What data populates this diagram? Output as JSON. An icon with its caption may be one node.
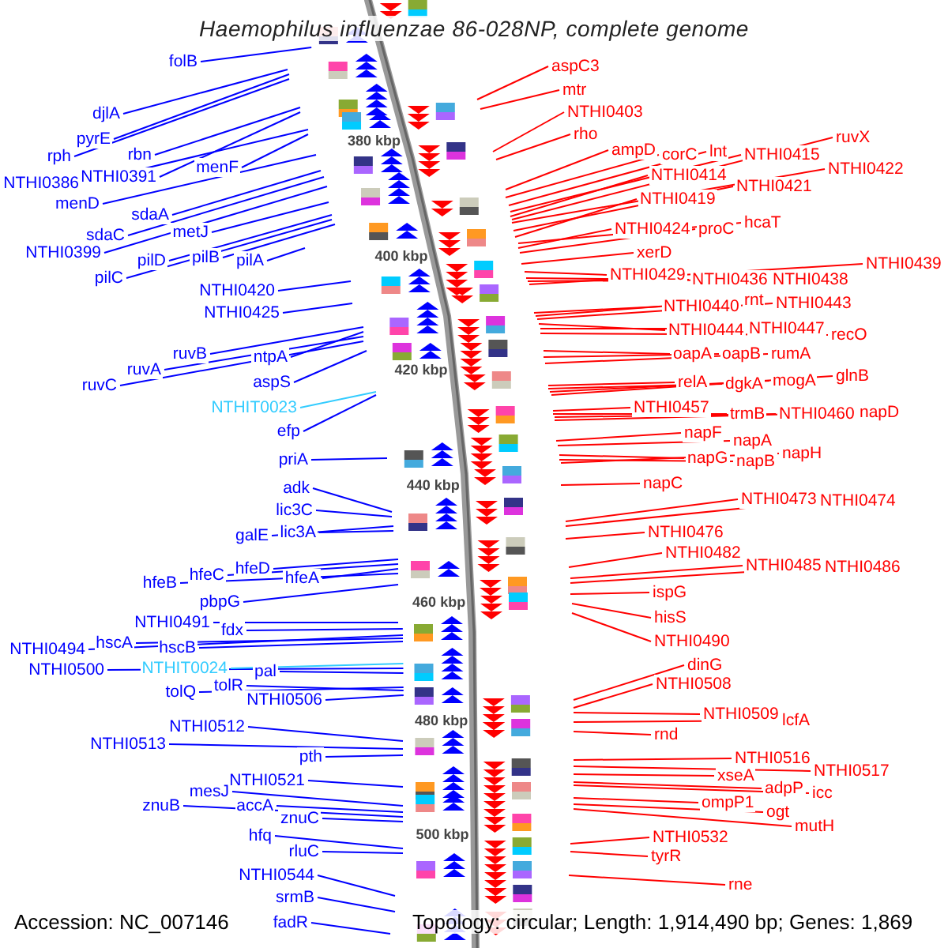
{
  "diagram": {
    "title": "Haemophilus influenzae 86-028NP, complete genome",
    "nodes": [
      {
        "text": [
          "folB"
        ]
      },
      {
        "text": [
          "djlA"
        ]
      },
      {
        "text": [
          "pyrE"
        ]
      },
      {
        "text": [
          "rph"
        ]
      },
      {
        "text": [
          "rbn"
        ]
      },
      {
        "text": [
          "NTHI0391"
        ]
      },
      {
        "text": [
          "NTHI0386"
        ]
      },
      {
        "text": [
          "menF"
        ]
      },
      {
        "text": [
          "menD"
        ]
      },
      {
        "text": [
          "sdaA"
        ]
      },
      {
        "text": [
          "sdaC"
        ]
      },
      {
        "text": [
          "NTHI0399"
        ]
      },
      {
        "text": [
          "metJ"
        ]
      },
      {
        "text": [
          "pilD"
        ]
      },
      {
        "text": [
          "pilB"
        ]
      },
      {
        "text": [
          "pilC"
        ]
      },
      {
        "text": [
          "pilA"
        ]
      },
      {
        "text": [
          "NTHI0420"
        ]
      },
      {
        "text": [
          "NTHI0425"
        ]
      },
      {
        "text": [
          "ruvB"
        ]
      },
      {
        "text": [
          "ntpA"
        ]
      },
      {
        "text": [
          "ruvA"
        ]
      },
      {
        "text": [
          "ruvC"
        ]
      },
      {
        "text": [
          "aspS"
        ]
      },
      {
        "text": [
          "NTHIT0023"
        ]
      },
      {
        "text": [
          "efp"
        ]
      },
      {
        "text": [
          "priA"
        ]
      },
      {
        "text": [
          "adk"
        ]
      },
      {
        "text": [
          "lic3C"
        ]
      },
      {
        "text": [
          "galE"
        ]
      },
      {
        "text": [
          "lic3A"
        ]
      },
      {
        "text": [
          "hfeD"
        ]
      },
      {
        "text": [
          "hfeC"
        ]
      },
      {
        "text": [
          "hfeA"
        ]
      },
      {
        "text": [
          "hfeB"
        ]
      },
      {
        "text": [
          "pbpG"
        ]
      },
      {
        "text": [
          "NTHI0491"
        ]
      },
      {
        "text": [
          "fdx"
        ]
      },
      {
        "text": [
          "NTHI0494"
        ]
      },
      {
        "text": [
          "hscA"
        ]
      },
      {
        "text": [
          "hscB"
        ]
      },
      {
        "text": [
          "NTHI0500"
        ]
      },
      {
        "text": [
          "NTHIT0024"
        ]
      },
      {
        "text": [
          "pal"
        ]
      },
      {
        "text": [
          "tolQ"
        ]
      },
      {
        "text": [
          "tolR"
        ]
      },
      {
        "text": [
          "NTHI0506"
        ]
      },
      {
        "text": [
          "NTHI0512"
        ]
      },
      {
        "text": [
          "NTHI0513"
        ]
      },
      {
        "text": [
          "pth"
        ]
      },
      {
        "text": [
          "NTHI0521"
        ]
      },
      {
        "text": [
          "mesJ"
        ]
      },
      {
        "text": [
          "accA"
        ]
      },
      {
        "text": [
          "znuB"
        ]
      },
      {
        "text": [
          "znuC"
        ]
      },
      {
        "text": [
          "hfq"
        ]
      },
      {
        "text": [
          "rluC"
        ]
      },
      {
        "text": [
          "NTHI0544"
        ]
      },
      {
        "text": [
          "srmB"
        ]
      },
      {
        "text": [
          "fadR"
        ]
      },
      {
        "text": [
          "aspC3"
        ]
      },
      {
        "text": [
          "mtr"
        ]
      },
      {
        "text": [
          "NTHI0403"
        ]
      },
      {
        "text": [
          "rho"
        ]
      },
      {
        "text": [
          "ampD"
        ]
      },
      {
        "text": [
          "corC"
        ]
      },
      {
        "text": [
          "lnt"
        ]
      },
      {
        "text": [
          "NTHI0415"
        ]
      },
      {
        "text": [
          "NTHI0414"
        ]
      },
      {
        "text": [
          "ruvX"
        ]
      },
      {
        "text": [
          "NTHI0422"
        ]
      },
      {
        "text": [
          "NTHI0421"
        ]
      },
      {
        "text": [
          "NTHI0419"
        ]
      },
      {
        "text": [
          "hcaT"
        ]
      },
      {
        "text": [
          "NTHI0424"
        ]
      },
      {
        "text": [
          "proC"
        ]
      },
      {
        "text": [
          "xerD"
        ]
      },
      {
        "text": [
          "NTHI0429"
        ]
      },
      {
        "text": [
          "NTHI0436"
        ]
      },
      {
        "text": [
          "NTHI0438"
        ]
      },
      {
        "text": [
          "NTHI0439"
        ]
      },
      {
        "text": [
          "NTHI0440"
        ]
      },
      {
        "text": [
          "rnt"
        ]
      },
      {
        "text": [
          "NTHI0443"
        ]
      },
      {
        "text": [
          "NTHI0444"
        ]
      },
      {
        "text": [
          "NTHI0447"
        ]
      },
      {
        "text": [
          "recO"
        ]
      },
      {
        "text": [
          "oapA"
        ]
      },
      {
        "text": [
          "oapB"
        ]
      },
      {
        "text": [
          "rumA"
        ]
      },
      {
        "text": [
          "relA"
        ]
      },
      {
        "text": [
          "dgkA"
        ]
      },
      {
        "text": [
          "mogA"
        ]
      },
      {
        "text": [
          "glnB"
        ]
      },
      {
        "text": [
          "NTHI0457"
        ]
      },
      {
        "text": [
          "trmB"
        ]
      },
      {
        "text": [
          "NTHI0460"
        ]
      },
      {
        "text": [
          "napD"
        ]
      },
      {
        "text": [
          "napF"
        ]
      },
      {
        "text": [
          "napA"
        ]
      },
      {
        "text": [
          "napG"
        ]
      },
      {
        "text": [
          "napB"
        ]
      },
      {
        "text": [
          "napH"
        ]
      },
      {
        "text": [
          "napC"
        ]
      },
      {
        "text": [
          "NTHI0473"
        ]
      },
      {
        "text": [
          "NTHI0474"
        ]
      },
      {
        "text": [
          "NTHI0476"
        ]
      },
      {
        "text": [
          "NTHI0482"
        ]
      },
      {
        "text": [
          "NTHI0485"
        ]
      },
      {
        "text": [
          "NTHI0486"
        ]
      },
      {
        "text": [
          "ispG"
        ]
      },
      {
        "text": [
          "hisS"
        ]
      },
      {
        "text": [
          "NTHI0490"
        ]
      },
      {
        "text": [
          "dinG"
        ]
      },
      {
        "text": [
          "NTHI0508"
        ]
      },
      {
        "text": [
          "NTHI0509"
        ]
      },
      {
        "text": [
          "lcfA"
        ]
      },
      {
        "text": [
          "rnd"
        ]
      },
      {
        "text": [
          "NTHI0516"
        ]
      },
      {
        "text": [
          "NTHI0517"
        ]
      },
      {
        "text": [
          "xseA"
        ]
      },
      {
        "text": [
          "adpP"
        ]
      },
      {
        "text": [
          "icc"
        ]
      },
      {
        "text": [
          "ompP1"
        ]
      },
      {
        "text": [
          "ogt"
        ]
      },
      {
        "text": [
          "mutH"
        ]
      },
      {
        "text": [
          "NTHI0532"
        ]
      },
      {
        "text": [
          "tyrR"
        ]
      },
      {
        "text": [
          "rne"
        ]
      }
    ],
    "edges": [
      {
        "from": 0,
        "to": null,
        "arrow": "none",
        "color": "#0000ff"
      },
      {
        "from": 1,
        "to": null,
        "arrow": "none",
        "color": "#0000ff"
      },
      {
        "from": 2,
        "to": null,
        "arrow": "none",
        "color": "#0000ff"
      },
      {
        "from": 3,
        "to": null,
        "arrow": "none",
        "color": "#0000ff"
      },
      {
        "from": 4,
        "to": null,
        "arrow": "none",
        "color": "#0000ff"
      },
      {
        "from": 5,
        "to": null,
        "arrow": "none",
        "color": "#0000ff"
      },
      {
        "from": 6,
        "to": null,
        "arrow": "none",
        "color": "#0000ff"
      },
      {
        "from": 7,
        "to": null,
        "arrow": "none",
        "color": "#0000ff"
      },
      {
        "from": 8,
        "to": null,
        "arrow": "none",
        "color": "#0000ff"
      },
      {
        "from": 9,
        "to": null,
        "arrow": "none",
        "color": "#0000ff"
      },
      {
        "from": 10,
        "to": null,
        "arrow": "none",
        "color": "#0000ff"
      },
      {
        "from": 11,
        "to": null,
        "arrow": "none",
        "color": "#0000ff"
      },
      {
        "from": 12,
        "to": null,
        "arrow": "none",
        "color": "#0000ff"
      },
      {
        "from": 13,
        "to": null,
        "arrow": "none",
        "color": "#0000ff"
      },
      {
        "from": 14,
        "to": null,
        "arrow": "none",
        "color": "#0000ff"
      },
      {
        "from": 15,
        "to": null,
        "arrow": "none",
        "color": "#0000ff"
      },
      {
        "from": 16,
        "to": null,
        "arrow": "none",
        "color": "#0000ff"
      },
      {
        "from": 17,
        "to": null,
        "arrow": "none",
        "color": "#0000ff"
      },
      {
        "from": 18,
        "to": null,
        "arrow": "none",
        "color": "#0000ff"
      },
      {
        "from": 19,
        "to": null,
        "arrow": "none",
        "color": "#0000ff"
      },
      {
        "from": 20,
        "to": null,
        "arrow": "none",
        "color": "#0000ff"
      },
      {
        "from": 21,
        "to": null,
        "arrow": "none",
        "color": "#0000ff"
      },
      {
        "from": 22,
        "to": null,
        "arrow": "none",
        "color": "#0000ff"
      },
      {
        "from": 23,
        "to": null,
        "arrow": "none",
        "color": "#0000ff"
      },
      {
        "from": 24,
        "to": null,
        "arrow": "none",
        "color": "#33ccff"
      },
      {
        "from": 25,
        "to": null,
        "arrow": "none",
        "color": "#0000ff"
      },
      {
        "from": 26,
        "to": null,
        "arrow": "none",
        "color": "#0000ff"
      },
      {
        "from": 27,
        "to": null,
        "arrow": "none",
        "color": "#0000ff"
      },
      {
        "from": 28,
        "to": null,
        "arrow": "none",
        "color": "#0000ff"
      },
      {
        "from": 29,
        "to": null,
        "arrow": "none",
        "color": "#0000ff"
      },
      {
        "from": 30,
        "to": null,
        "arrow": "none",
        "color": "#0000ff"
      },
      {
        "from": 31,
        "to": null,
        "arrow": "none",
        "color": "#0000ff"
      },
      {
        "from": 32,
        "to": null,
        "arrow": "none",
        "color": "#0000ff"
      },
      {
        "from": 33,
        "to": null,
        "arrow": "none",
        "color": "#0000ff"
      },
      {
        "from": 34,
        "to": null,
        "arrow": "none",
        "color": "#0000ff"
      },
      {
        "from": 35,
        "to": null,
        "arrow": "none",
        "color": "#0000ff"
      },
      {
        "from": 36,
        "to": null,
        "arrow": "none",
        "color": "#0000ff"
      },
      {
        "from": 37,
        "to": null,
        "arrow": "none",
        "color": "#0000ff"
      },
      {
        "from": 38,
        "to": null,
        "arrow": "none",
        "color": "#0000ff"
      },
      {
        "from": 39,
        "to": null,
        "arrow": "none",
        "color": "#0000ff"
      },
      {
        "from": 40,
        "to": null,
        "arrow": "none",
        "color": "#0000ff"
      },
      {
        "from": 41,
        "to": null,
        "arrow": "none",
        "color": "#0000ff"
      },
      {
        "from": 42,
        "to": null,
        "arrow": "none",
        "color": "#33ccff"
      },
      {
        "from": 43,
        "to": null,
        "arrow": "none",
        "color": "#0000ff"
      },
      {
        "from": 44,
        "to": null,
        "arrow": "none",
        "color": "#0000ff"
      },
      {
        "from": 45,
        "to": null,
        "arrow": "none",
        "color": "#0000ff"
      },
      {
        "from": 46,
        "to": null,
        "arrow": "none",
        "color": "#0000ff"
      },
      {
        "from": 47,
        "to": null,
        "arrow": "none",
        "color": "#0000ff"
      },
      {
        "from": 48,
        "to": null,
        "arrow": "none",
        "color": "#0000ff"
      },
      {
        "from": 49,
        "to": null,
        "arrow": "none",
        "color": "#0000ff"
      },
      {
        "from": 50,
        "to": null,
        "arrow": "none",
        "color": "#0000ff"
      },
      {
        "from": 51,
        "to": null,
        "arrow": "none",
        "color": "#0000ff"
      },
      {
        "from": 52,
        "to": null,
        "arrow": "none",
        "color": "#0000ff"
      },
      {
        "from": 53,
        "to": null,
        "arrow": "none",
        "color": "#0000ff"
      },
      {
        "from": 54,
        "to": null,
        "arrow": "none",
        "color": "#0000ff"
      },
      {
        "from": 55,
        "to": null,
        "arrow": "none",
        "color": "#0000ff"
      },
      {
        "from": 56,
        "to": null,
        "arrow": "none",
        "color": "#0000ff"
      },
      {
        "from": 57,
        "to": null,
        "arrow": "none",
        "color": "#0000ff"
      },
      {
        "from": 58,
        "to": null,
        "arrow": "none",
        "color": "#0000ff"
      },
      {
        "from": 59,
        "to": null,
        "arrow": "none",
        "color": "#0000ff"
      },
      {
        "from": 60,
        "to": null,
        "arrow": "none"
      },
      {
        "from": 61,
        "to": null,
        "arrow": "none"
      },
      {
        "from": 62,
        "to": null,
        "arrow": "none"
      },
      {
        "from": 63,
        "to": null,
        "arrow": "none"
      },
      {
        "from": 64,
        "to": null,
        "arrow": "none"
      },
      {
        "from": 65,
        "to": null,
        "arrow": "none"
      },
      {
        "from": 66,
        "to": null,
        "arrow": "none"
      },
      {
        "from": 67,
        "to": null,
        "arrow": "none"
      },
      {
        "from": 68,
        "to": null,
        "arrow": "none"
      },
      {
        "from": 69,
        "to": null,
        "arrow": "none"
      },
      {
        "from": 70,
        "to": null,
        "arrow": "none"
      },
      {
        "from": 71,
        "to": null,
        "arrow": "none"
      },
      {
        "from": 72,
        "to": null,
        "arrow": "none"
      },
      {
        "from": 73,
        "to": null,
        "arrow": "none"
      },
      {
        "from": 74,
        "to": null,
        "arrow": "none"
      },
      {
        "from": 75,
        "to": null,
        "arrow": "none"
      },
      {
        "from": 76,
        "to": null,
        "arrow": "none"
      },
      {
        "from": 77,
        "to": null,
        "arrow": "none"
      },
      {
        "from": 78,
        "to": null,
        "arrow": "none"
      },
      {
        "from": 79,
        "to": null,
        "arrow": "none"
      },
      {
        "from": 80,
        "to": null,
        "arrow": "none"
      },
      {
        "from": 81,
        "to": null,
        "arrow": "none"
      },
      {
        "from": 82,
        "to": null,
        "arrow": "none"
      },
      {
        "from": 83,
        "to": null,
        "arrow": "none"
      },
      {
        "from": 84,
        "to": null,
        "arrow": "none"
      },
      {
        "from": 85,
        "to": null,
        "arrow": "none"
      },
      {
        "from": 86,
        "to": null,
        "arrow": "none"
      },
      {
        "from": 87,
        "to": null,
        "arrow": "none"
      },
      {
        "from": 88,
        "to": null,
        "arrow": "none"
      },
      {
        "from": 89,
        "to": null,
        "arrow": "none"
      },
      {
        "from": 90,
        "to": null,
        "arrow": "none"
      },
      {
        "from": 91,
        "to": null,
        "arrow": "none"
      },
      {
        "from": 92,
        "to": null,
        "arrow": "none"
      },
      {
        "from": 93,
        "to": null,
        "arrow": "none"
      },
      {
        "from": 94,
        "to": null,
        "arrow": "none"
      },
      {
        "from": 95,
        "to": null,
        "arrow": "none"
      },
      {
        "from": 96,
        "to": null,
        "arrow": "none"
      },
      {
        "from": 97,
        "to": null,
        "arrow": "none"
      },
      {
        "from": 98,
        "to": null,
        "arrow": "none"
      },
      {
        "from": 99,
        "to": null,
        "arrow": "none"
      },
      {
        "from": 100,
        "to": null,
        "arrow": "none"
      },
      {
        "from": 101,
        "to": null,
        "arrow": "none"
      },
      {
        "from": 102,
        "to": null,
        "arrow": "none"
      },
      {
        "from": 103,
        "to": null,
        "arrow": "none"
      },
      {
        "from": 104,
        "to": null,
        "arrow": "none"
      },
      {
        "from": 105,
        "to": null,
        "arrow": "none"
      },
      {
        "from": 106,
        "to": null,
        "arrow": "none"
      },
      {
        "from": 107,
        "to": null,
        "arrow": "none"
      },
      {
        "from": 108,
        "to": null,
        "arrow": "none"
      },
      {
        "from": 109,
        "to": null,
        "arrow": "none"
      },
      {
        "from": 110,
        "to": null,
        "arrow": "none"
      },
      {
        "from": 111,
        "to": null,
        "arrow": "none"
      },
      {
        "from": 112,
        "to": null,
        "arrow": "none"
      },
      {
        "from": 113,
        "to": null,
        "arrow": "none"
      },
      {
        "from": 114,
        "to": null,
        "arrow": "none"
      },
      {
        "from": 115,
        "to": null,
        "arrow": "none"
      },
      {
        "from": 116,
        "to": null,
        "arrow": "none"
      },
      {
        "from": 117,
        "to": null,
        "arrow": "none"
      },
      {
        "from": 118,
        "to": null,
        "arrow": "none"
      },
      {
        "from": 119,
        "to": null,
        "arrow": "none"
      },
      {
        "from": 120,
        "to": null,
        "arrow": "none"
      },
      {
        "from": 121,
        "to": null,
        "arrow": "none"
      },
      {
        "from": 122,
        "to": null,
        "arrow": "none"
      },
      {
        "from": 123,
        "to": null,
        "arrow": "none"
      },
      {
        "from": 124,
        "to": null,
        "arrow": "none"
      },
      {
        "from": 125,
        "to": null,
        "arrow": "none"
      },
      {
        "from": 126,
        "to": null,
        "arrow": "none"
      },
      {
        "from": 127,
        "to": null,
        "arrow": "none"
      },
      {
        "from": 128,
        "to": null,
        "arrow": "none"
      }
    ],
    "labels": [
      "380 kbp",
      "400 kbp",
      "420 kbp",
      "440 kbp",
      "460 kbp",
      "480 kbp",
      "500 kbp",
      "Accession: NC_007146",
      "Topology: circular; Length: 1,914,490 bp; Genes: 1,869"
    ]
  }
}
